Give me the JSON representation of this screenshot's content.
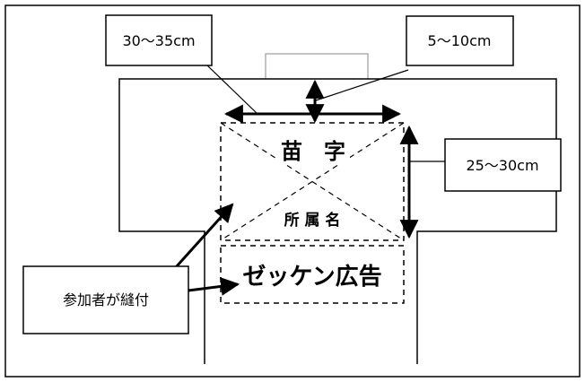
{
  "labels": {
    "width_range": "30～35cm",
    "gap_range": "5～10cm",
    "height_range": "25～30cm",
    "surname": "苗　字",
    "affiliation": "所 属 名",
    "ad": "ゼッケン広告",
    "sewn_by": "参加者が縫付"
  }
}
